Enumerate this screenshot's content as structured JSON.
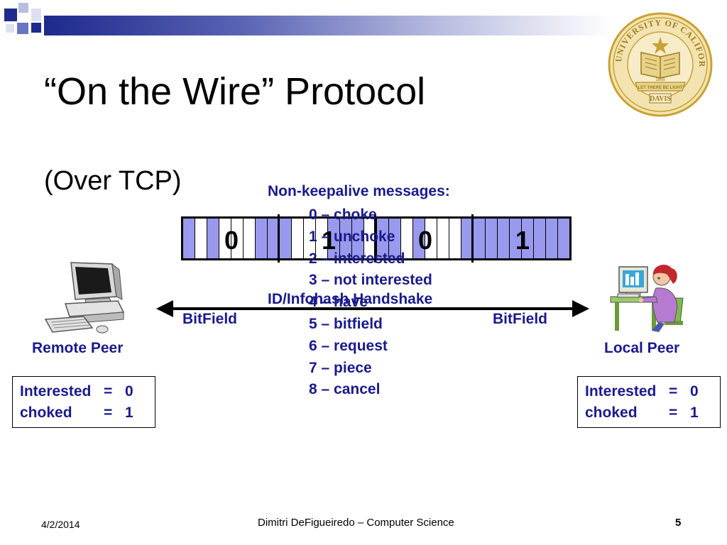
{
  "slide": {
    "title": "“On the Wire” Protocol",
    "subtitle": "(Over TCP)"
  },
  "messages": {
    "heading": "Non-keepalive messages:",
    "items": [
      "0 – choke",
      "1 – unchoke",
      "2 – interested",
      "3 – not interested",
      "4 – have",
      "5 – bitfield",
      "6 – request",
      "7 – piece",
      "8 – cancel"
    ]
  },
  "bitstrip": {
    "values": [
      "0",
      "1",
      "0",
      "1"
    ],
    "fill_color": "#9999ee"
  },
  "arrow": {
    "handshake_label": "ID/Infohash Handshake",
    "left_label": "BitField",
    "right_label": "BitField"
  },
  "remote_peer": {
    "label": "Remote Peer",
    "icon": "computer-icon",
    "interested_key": "Interested",
    "interested_eq": "=",
    "interested_val": "0",
    "choked_key": "choked",
    "choked_eq": "=",
    "choked_val": "1"
  },
  "local_peer": {
    "label": "Local Peer",
    "icon": "person-at-computer-icon",
    "interested_key": "Interested",
    "interested_eq": "=",
    "interested_val": "0",
    "choked_key": "choked",
    "choked_eq": "=",
    "choked_val": "1"
  },
  "seal": {
    "text_top": "THE UNIVERSITY OF CALIFORNIA",
    "text_banner": "LET THERE BE LIGHT",
    "text_bottom": "DAVIS",
    "year": "1868",
    "color": "#c9a233"
  },
  "footer": {
    "date": "4/2/2014",
    "author": "Dimitri DeFigueiredo – Computer Science",
    "page": "5"
  },
  "colors": {
    "text_blue": "#1a1a8c",
    "bar_dark": "#1e2a8c"
  }
}
